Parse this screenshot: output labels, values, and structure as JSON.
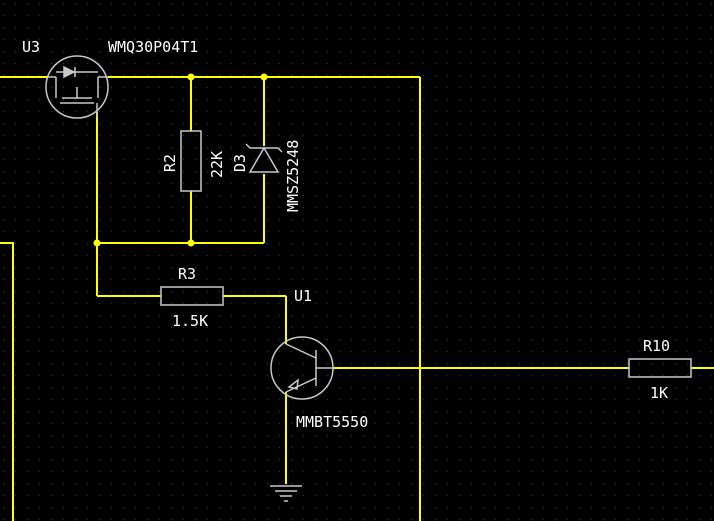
{
  "colors": {
    "background": "#000000",
    "grid_dot": "#3a3a3a",
    "wire": "#ffff00",
    "symbol": "#c8c8c8",
    "text": "#ffffff"
  },
  "components": {
    "U3": {
      "designator": "U3",
      "value": "WMQ30P04T1",
      "type": "p-mosfet"
    },
    "R2": {
      "designator": "R2",
      "value": "22K",
      "type": "resistor"
    },
    "D3": {
      "designator": "D3",
      "value": "MMSZ5248",
      "type": "zener-diode"
    },
    "R3": {
      "designator": "R3",
      "value": "1.5K",
      "type": "resistor"
    },
    "U1": {
      "designator": "U1",
      "value": "MMBT5550",
      "type": "npn-transistor"
    },
    "R10": {
      "designator": "R10",
      "value": "1K",
      "type": "resistor"
    },
    "GND": {
      "type": "ground"
    }
  }
}
